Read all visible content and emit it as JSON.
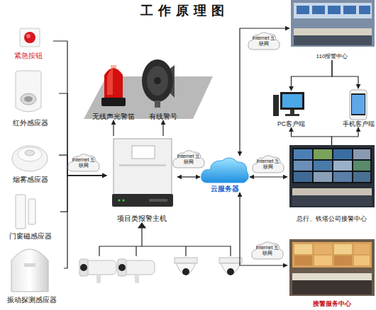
{
  "diagram": {
    "title": "工作原理图",
    "nodes": [
      {
        "text": [
          "紧急按钮"
        ]
      },
      {
        "text": [
          "红外感应器"
        ]
      },
      {
        "text": [
          "烟雾感应器"
        ]
      },
      {
        "text": [
          "门窗磁感应器"
        ]
      },
      {
        "text": [
          "振动探测感应器"
        ]
      },
      {
        "text": [
          "无线声光警笛"
        ]
      },
      {
        "text": [
          "有线警号"
        ]
      },
      {
        "text": [
          "项目类报警主机"
        ]
      },
      {
        "text": [
          "云服务器"
        ]
      },
      {
        "text": [
          "110报警中心"
        ]
      },
      {
        "text": [
          "PC客户端"
        ]
      },
      {
        "text": [
          "手机客户端"
        ]
      },
      {
        "text": [
          "总行、铁塔公司接警中心"
        ]
      },
      {
        "text": [
          "接警服务中心"
        ]
      }
    ],
    "edges": [
      {
        "from": 0,
        "to": 7,
        "arrow": "to",
        "label": "Internet 互联网"
      },
      {
        "from": 1,
        "to": 7,
        "arrow": "to"
      },
      {
        "from": 2,
        "to": 7,
        "arrow": "to"
      },
      {
        "from": 3,
        "to": 7,
        "arrow": "to"
      },
      {
        "from": 4,
        "to": 7,
        "arrow": "to"
      },
      {
        "from": 7,
        "to": 5,
        "arrow": "to"
      },
      {
        "from": 7,
        "to": 6,
        "arrow": "to"
      },
      {
        "from": 7,
        "to": 8,
        "arrow": "both",
        "label": "Internet 互联网"
      },
      {
        "from": 8,
        "to": 9,
        "arrow": "both",
        "label": "Internet 互联网"
      },
      {
        "from": 8,
        "to": 12,
        "arrow": "both",
        "label": "Internet 互联网"
      },
      {
        "from": 8,
        "to": 13,
        "arrow": "both",
        "label": "Internet 互联网"
      },
      {
        "from": 9,
        "to": 10,
        "arrow": "to"
      },
      {
        "from": 9,
        "to": 11,
        "arrow": "to"
      },
      {
        "from": 12,
        "to": 10,
        "arrow": "to"
      },
      {
        "from": 12,
        "to": 11,
        "arrow": "to"
      }
    ]
  }
}
